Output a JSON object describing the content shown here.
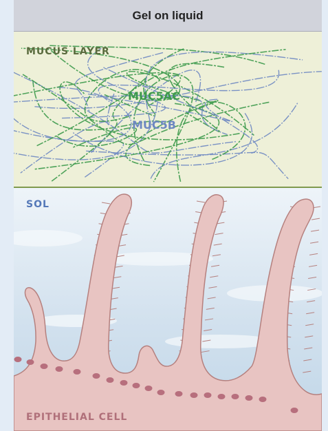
{
  "title": "Gel on liquid",
  "labels": {
    "mucus_layer": "MUCUS LAYER",
    "muc5ac": "MUC5AC",
    "muc5b": "MUC5B",
    "sol": "SOL",
    "epithelial_cell": "EPITHELIAL CELL"
  },
  "colors": {
    "mucus_bg": "#eef0d8",
    "mucus_border": "#7f9a4e",
    "mucus_label": "#5a6b3e",
    "muc5ac": "#3d9a4c",
    "muc5b": "#6d87c2",
    "sol_label": "#5478b8",
    "sol_bg_top": "#eaf2f8",
    "sol_bg_bottom": "#bcd3e6",
    "cell_fill": "#e8c4c2",
    "cell_outline": "#b5807e",
    "nucleus_dots": "#b76f7d",
    "epithelial_label": "#b0707a",
    "title_bar_bg": "#d1d3db"
  },
  "icons": [
    "mucin-fiber-network",
    "cilium-shape",
    "microvillus-hair",
    "nucleus-dot"
  ]
}
